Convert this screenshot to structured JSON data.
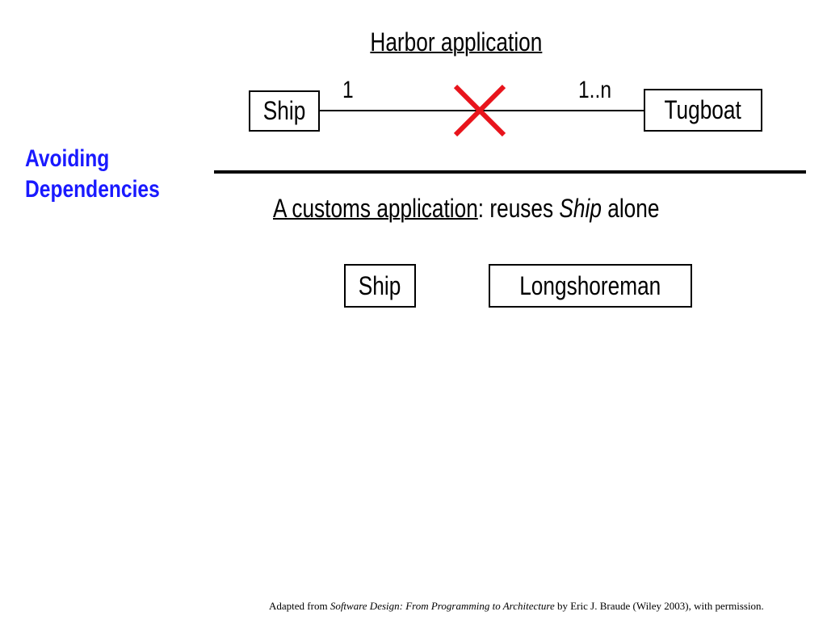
{
  "sidebar": {
    "link_line1": "Avoiding",
    "link_line2": "Dependencies"
  },
  "harbor": {
    "title": "Harbor application",
    "left_class": "Ship",
    "right_class": "Tugboat",
    "left_multiplicity": "1",
    "right_multiplicity": "1..n",
    "cross_icon": "red-x",
    "cross_color": "#e8141c"
  },
  "customs": {
    "title_underlined": "A customs application",
    "title_rest1": ": reuses ",
    "title_italic": "Ship",
    "title_rest2": " alone",
    "classes": [
      "Ship",
      "Longshoreman"
    ]
  },
  "footer": {
    "prefix": "Adapted from ",
    "book": "Software Design: From Programming to Architecture",
    "suffix": " by Eric J. Braude (Wiley 2003), with permission."
  }
}
